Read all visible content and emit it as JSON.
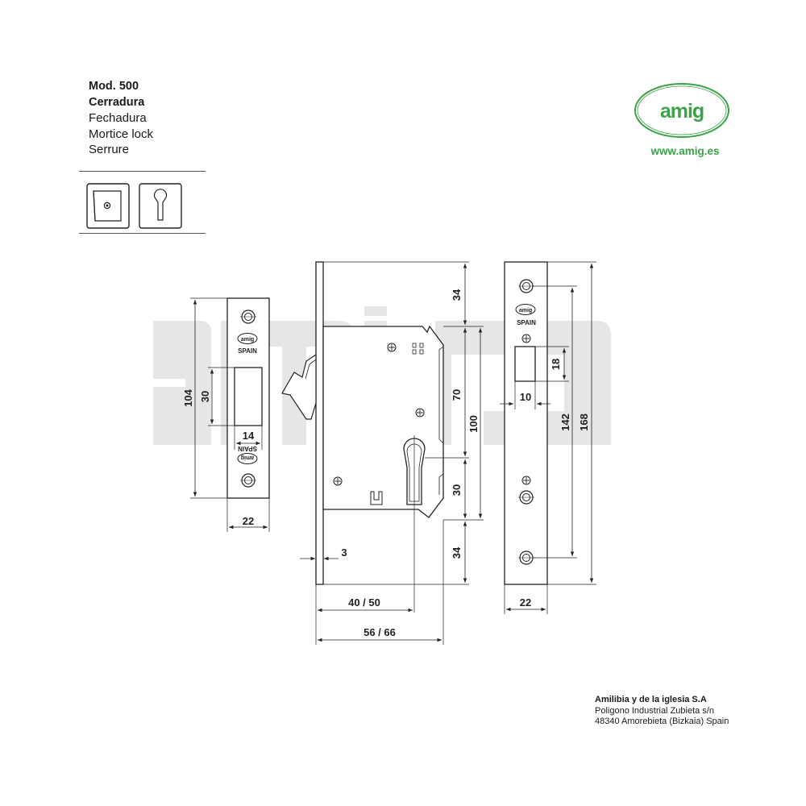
{
  "header": {
    "model": "Mod. 500",
    "names": [
      "Cerradura",
      "Fechadura",
      "Mortice lock",
      "Serrure"
    ]
  },
  "brand": {
    "logo_text": "amig",
    "url": "www.amig.es",
    "color": "#3aa447",
    "watermark_color": "#e6e6e6"
  },
  "icons": [
    "square-key-cylinder-icon",
    "euro-profile-cylinder-icon"
  ],
  "strike_plate": {
    "mark": "amig",
    "origin": "SPAIN",
    "dims": {
      "height": "104",
      "opening_height": "30",
      "opening_width": "14",
      "width": "22"
    }
  },
  "lock_body": {
    "dims": {
      "top_offset": "34",
      "hook_to_cylinder": "70",
      "body_height": "100",
      "cylinder_offset": "30",
      "bottom_offset": "34",
      "faceplate_thickness": "3",
      "backset": "40 / 50",
      "body_depth": "56 / 66"
    }
  },
  "faceplate": {
    "mark": "amig",
    "origin": "SPAIN",
    "dims": {
      "opening_height": "18",
      "opening_width": "10",
      "screw_spacing": "142",
      "height": "168",
      "width": "22"
    }
  },
  "company": {
    "name": "Amilibia y de la iglesia S.A",
    "address1": "Poligono Industrial Zubieta s/n",
    "address2": "48340 Amorebieta (Bizkaia) Spain"
  }
}
